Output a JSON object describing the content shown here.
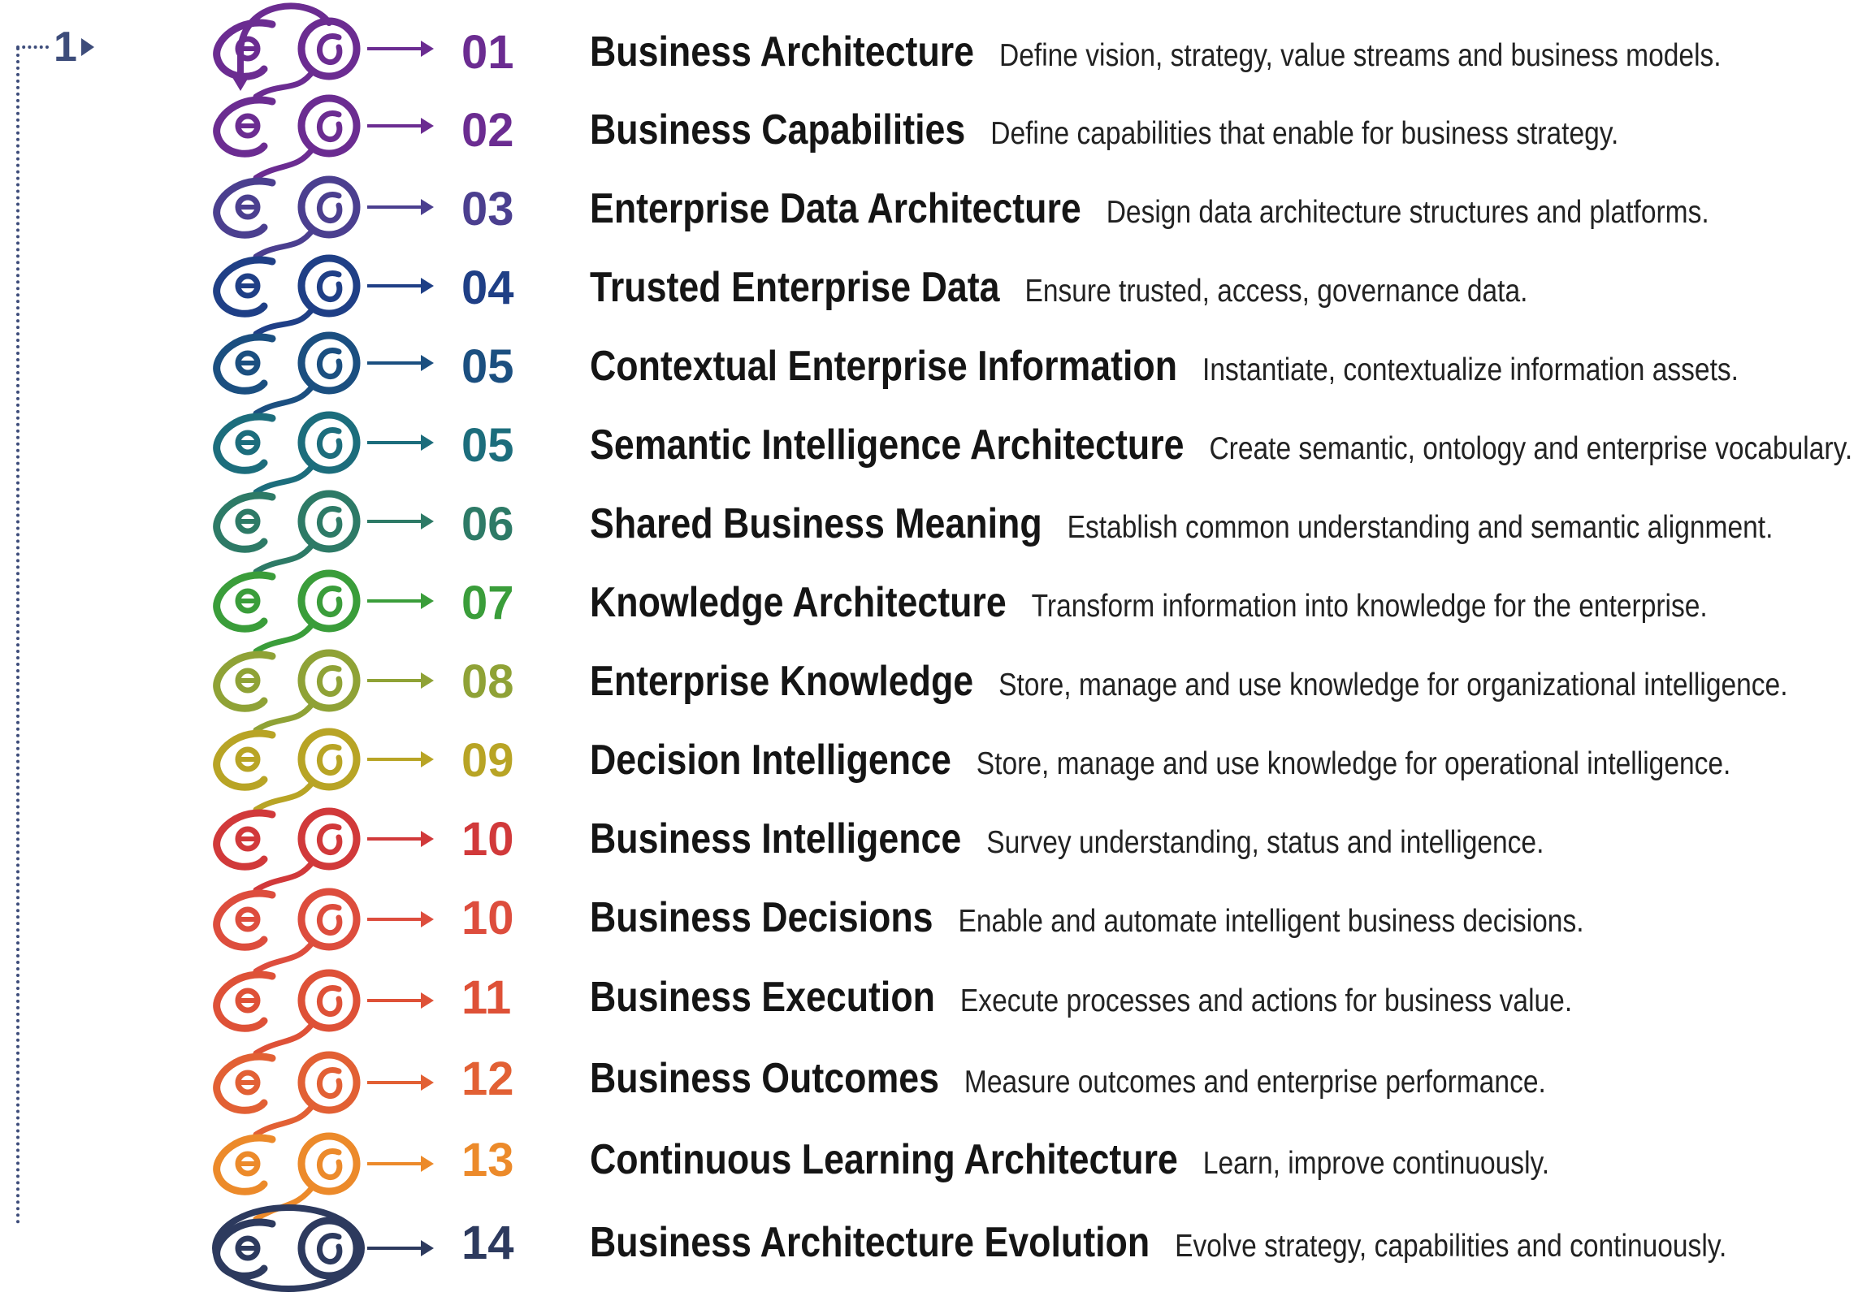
{
  "loop": {
    "label": "1"
  },
  "rows": [
    {
      "num": "01",
      "title": "Business Architecture",
      "desc": "Define vision, strategy, value streams and business models.",
      "color": "#6b2c91"
    },
    {
      "num": "02",
      "title": "Business Capabilities",
      "desc": "Define capabilities that enable for business strategy.",
      "color": "#6b2c91"
    },
    {
      "num": "03",
      "title": "Enterprise Data Architecture",
      "desc": "Design data architecture structures and platforms.",
      "color": "#4b3f8f"
    },
    {
      "num": "04",
      "title": "Trusted Enterprise Data",
      "desc": "Ensure trusted, access, governance data.",
      "color": "#1f3f86"
    },
    {
      "num": "05",
      "title": "Contextual Enterprise Information",
      "desc": "Instantiate, contextualize information assets.",
      "color": "#1b4f80"
    },
    {
      "num": "05",
      "title": "Semantic Intelligence Architecture",
      "desc": "Create semantic, ontology and enterprise vocabulary.",
      "color": "#1c6d7c"
    },
    {
      "num": "06",
      "title": "Shared Business Meaning",
      "desc": "Establish common understanding and semantic alignment.",
      "color": "#2d7a66"
    },
    {
      "num": "07",
      "title": "Knowledge Architecture",
      "desc": "Transform information into knowledge for the enterprise.",
      "color": "#3a9d3a"
    },
    {
      "num": "08",
      "title": "Enterprise Knowledge",
      "desc": "Store, manage and use knowledge for organizational intelligence.",
      "color": "#8fa236"
    },
    {
      "num": "09",
      "title": "Decision Intelligence",
      "desc": "Store, manage and use knowledge for operational intelligence.",
      "color": "#b8a425"
    },
    {
      "num": "10",
      "title": "Business Intelligence",
      "desc": "Survey understanding, status and intelligence.",
      "color": "#d1393a"
    },
    {
      "num": "10",
      "title": "Business Decisions",
      "desc": "Enable and automate intelligent business decisions.",
      "color": "#dd4d3d"
    },
    {
      "num": "11",
      "title": "Business Execution",
      "desc": "Execute processes and actions for business value.",
      "color": "#de5137"
    },
    {
      "num": "12",
      "title": "Business Outcomes",
      "desc": "Measure outcomes and enterprise performance.",
      "color": "#e26034"
    },
    {
      "num": "13",
      "title": "Continuous Learning Architecture",
      "desc": "Learn, improve continuously.",
      "color": "#ec8a2a"
    },
    {
      "num": "14",
      "title": "Business Architecture Evolution",
      "desc": "Evolve strategy, capabilities and continuously.",
      "color": "#2d3a5e"
    }
  ]
}
